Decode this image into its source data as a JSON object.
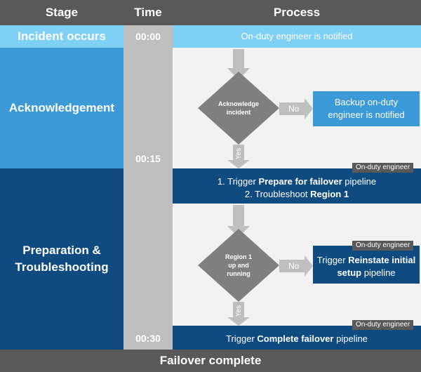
{
  "colors": {
    "header_bg": "#595959",
    "light_blue": "#7fd0f5",
    "mid_blue": "#3d9ad8",
    "dark_blue": "#0f4b80",
    "time_gray": "#bfbfbf",
    "process_bg": "#f2f2f2",
    "arrow_gray": "#bfbfbf",
    "diamond_gray": "#7f7f7f"
  },
  "headers": {
    "stage": "Stage",
    "time": "Time",
    "process": "Process"
  },
  "stages": [
    {
      "label": "Incident occurs"
    },
    {
      "label": "Acknowledgement"
    },
    {
      "label_line1": "Preparation &",
      "label_line2": "Troubleshooting"
    }
  ],
  "times": {
    "t0": "00:00",
    "t15": "00:15",
    "t30": "00:30"
  },
  "process": {
    "notify": "On-duty engineer is notified",
    "decision1_line1": "Acknowledge",
    "decision1_line2": "incident",
    "no_label": "No",
    "yes_label": "Yes",
    "backup_line1": "Backup on-duty",
    "backup_line2": "engineer is notified",
    "role_tag": "On-duty engineer",
    "step1_prefix": "1. Trigger ",
    "step1_bold": "Prepare for failover",
    "step1_suffix": " pipeline",
    "step2_prefix": "2. Troubleshoot ",
    "step2_bold": "Region 1",
    "decision2_line1": "Region 1",
    "decision2_line2": "up and",
    "decision2_line3": "running",
    "reinstate_prefix": "Trigger ",
    "reinstate_bold1": "Reinstate initial",
    "reinstate_bold2": "setup",
    "reinstate_suffix": " pipeline",
    "complete_prefix": "Trigger ",
    "complete_bold": "Complete failover",
    "complete_suffix": " pipeline"
  },
  "footer": "Failover complete"
}
